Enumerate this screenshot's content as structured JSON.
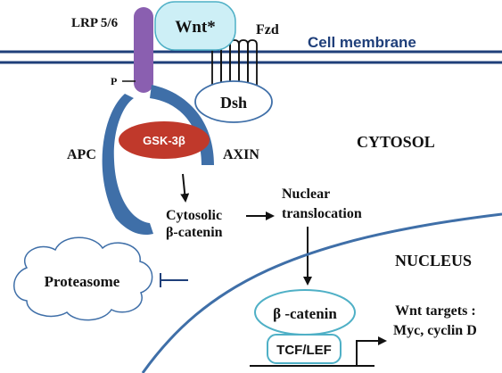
{
  "labels": {
    "lrp": "LRP 5/6",
    "wnt": "Wnt*",
    "fzd": "Fzd",
    "cell_membrane": "Cell membrane",
    "p": "P",
    "dsh": "Dsh",
    "gsk": "GSK-3β",
    "cytosol": "CYTOSOL",
    "apc": "APC",
    "axin": "AXIN",
    "cytosolic_line1": "Cytosolic",
    "cytosolic_line2": "β-catenin",
    "nuclear_line1": "Nuclear",
    "nuclear_line2": "translocation",
    "nucleus": "NUCLEUS",
    "proteasome": "Proteasome",
    "beta_catenin_nuc": "β -catenin",
    "tcf_lef": "TCF/LEF",
    "wnt_targets_line1": "Wnt targets :",
    "wnt_targets_line2": "Myc,  cyclin D"
  },
  "colors": {
    "membrane": "#1f3f7a",
    "wnt_fill": "#cdeff6",
    "lrp_fill": "#8a5fb0",
    "gsk_fill": "#c0392b",
    "axin_apc": "#3f6fa8",
    "nucleus_line": "#3f6fa8",
    "box_stroke": "#4fb0c6"
  }
}
